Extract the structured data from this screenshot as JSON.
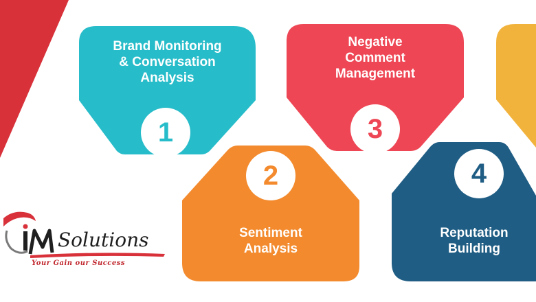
{
  "colors": {
    "teal": "#27bcc9",
    "red": "#ee4654",
    "orange": "#f38a2d",
    "navy": "#1f5d84",
    "yellow": "#f2b33d",
    "accent_red": "#d8313a",
    "circle": "#ffffff"
  },
  "steps": [
    {
      "number": "1",
      "title_lines": [
        "Brand Monitoring",
        "& Conversation",
        "Analysis"
      ],
      "icon": "number-badge"
    },
    {
      "number": "2",
      "title_lines": [
        "Sentiment",
        "Analysis"
      ],
      "icon": "number-badge"
    },
    {
      "number": "3",
      "title_lines": [
        "Negative",
        "Comment",
        "Management"
      ],
      "icon": "number-badge"
    },
    {
      "number": "4",
      "title_lines": [
        "Reputation",
        "Building"
      ],
      "icon": "number-badge"
    }
  ],
  "logo": {
    "mark": "iM",
    "name": "Solutions",
    "tagline": "Your Gain our Success"
  }
}
